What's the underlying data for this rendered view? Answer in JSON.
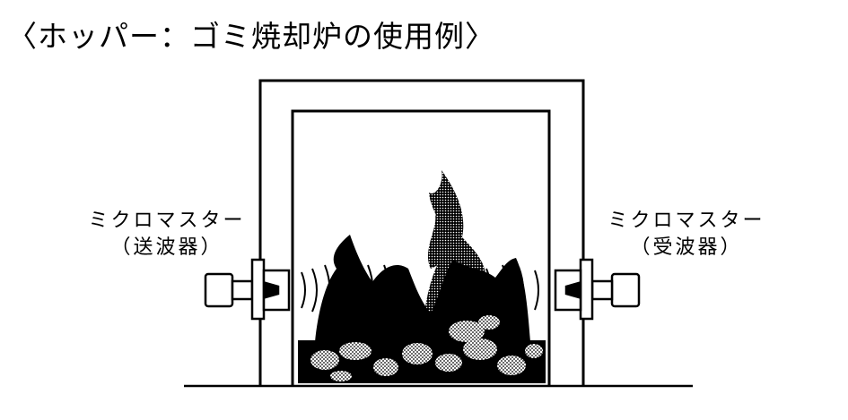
{
  "title": "〈ホッパー：ゴミ焼却炉の使用例〉",
  "transmitter": {
    "name": "ミクロマスター",
    "role": "（送波器）"
  },
  "receiver": {
    "name": "ミクロマスター",
    "role": "（受波器）"
  },
  "colors": {
    "ink": "#000000",
    "paper": "#ffffff",
    "ash": "#bfbfbf"
  }
}
